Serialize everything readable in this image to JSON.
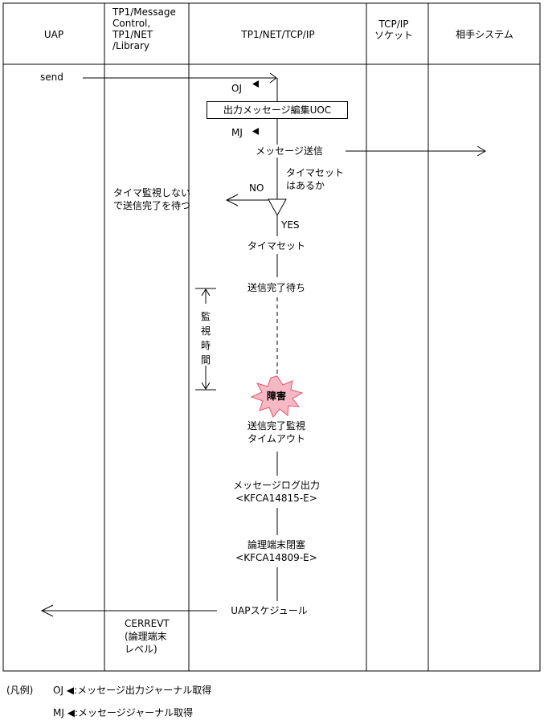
{
  "header": {
    "col_uap": "UAP",
    "col_library": "TP1/Message\nControl,\nTP1/NET\n/Library",
    "col_net": "TP1/NET/TCP/IP",
    "col_socket": "TCP/IP\nソケット",
    "col_remote": "相手システム"
  },
  "flow": {
    "send": "send",
    "oj_marker": "OJ",
    "uoc_box": "出力メッセージ編集UOC",
    "mj_marker": "MJ",
    "message_send": "メッセージ送信",
    "timer_question": "タイマセット\nはあるか",
    "no_label": "NO",
    "no_action": "タイマ監視しない\nで送信完了を待つ",
    "yes_label": "YES",
    "timer_set": "タイマセット",
    "wait_complete": "送信完了待ち",
    "monitor_time": "監\n視\n時\n間",
    "failure": "障害",
    "timeout": "送信完了監視\nタイムアウト",
    "log_output": "メッセージログ出力\n<KFCA14815-E>",
    "terminal_block": "論理端末閉塞\n<KFCA14809-E>",
    "uap_schedule": "UAPスケジュール",
    "cerrevt": "CERREVT\n(論理端末\nレベル)"
  },
  "legend": {
    "prefix": "(凡例)",
    "oj_line": "OJ ◀:メッセージ出力ジャーナル取得",
    "mj_line": "MJ ◀:メッセージジャーナル取得"
  },
  "colors": {
    "line": "#000000",
    "burst_fill": "#f6b8c4",
    "burst_stroke": "#e0566f"
  }
}
